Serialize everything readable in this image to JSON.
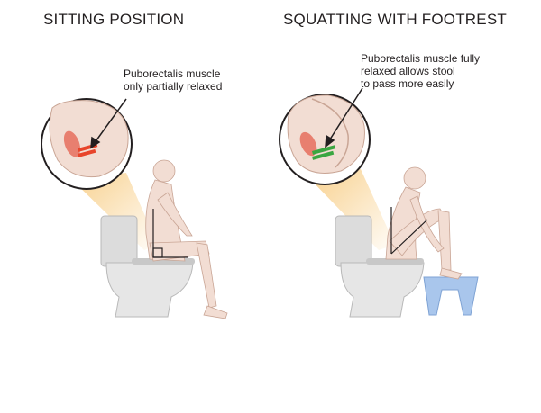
{
  "left_panel": {
    "title": "SITTING POSITION",
    "callout_lines": [
      "Puborectalis muscle",
      "only partially relaxed"
    ]
  },
  "right_panel": {
    "title": "SQUATTING WITH FOOTREST",
    "callout_lines": [
      "Puborectalis muscle fully",
      "relaxed allows stool",
      "to pass more easily"
    ]
  },
  "colors": {
    "skin": "#f2ddd3",
    "skin_shadow": "#d9b9ab",
    "toilet": "#dcdcdc",
    "toilet_dark": "#b9b9b9",
    "beam": "#f7c97b",
    "muscle_tense": "#e8452b",
    "muscle_relaxed": "#3aa641",
    "rectum": "#e87f6f",
    "footrest": "#a9c6ec",
    "outline": "#231f20"
  }
}
